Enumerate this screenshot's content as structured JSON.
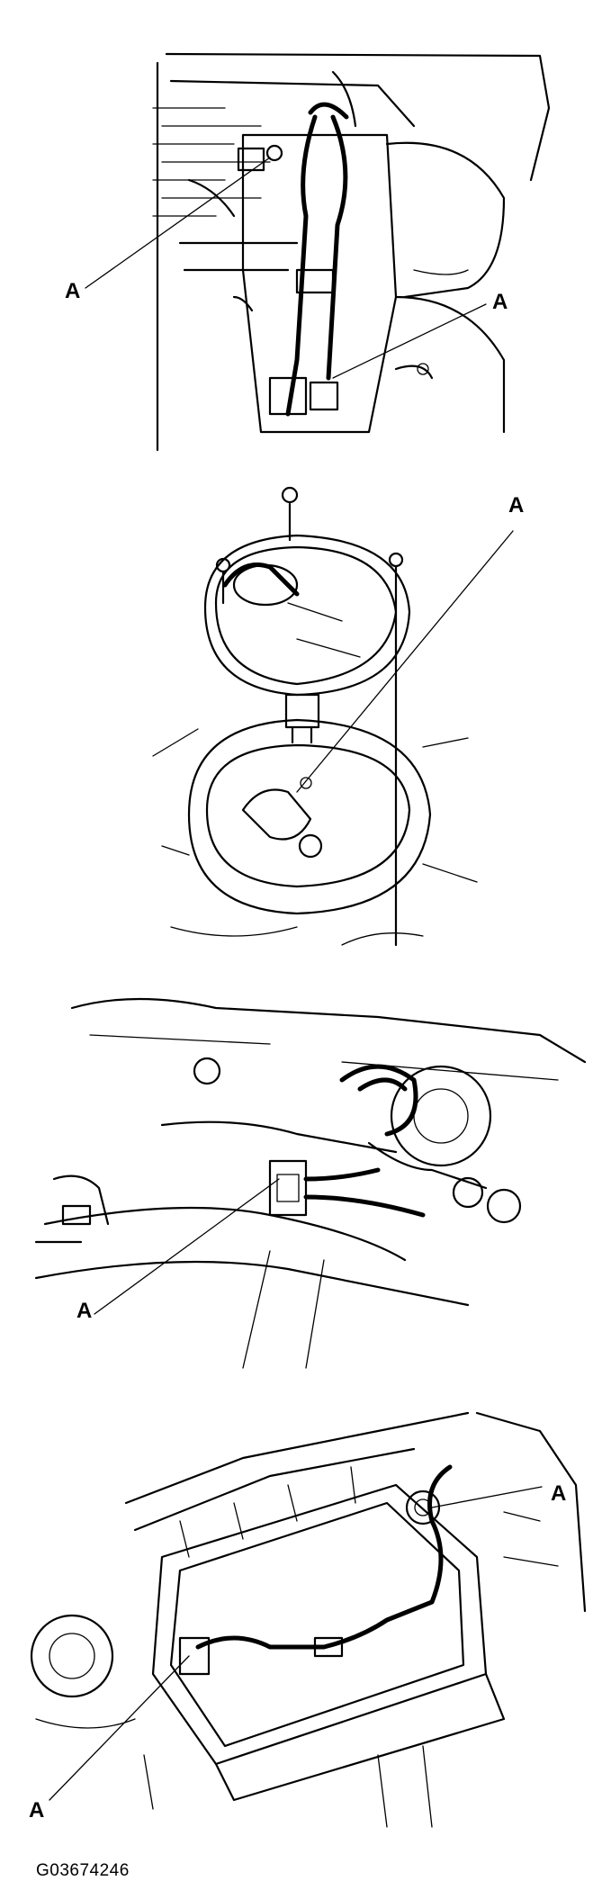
{
  "figures": [
    {
      "callouts": [
        "A",
        "A"
      ]
    },
    {
      "callouts": [
        "A"
      ]
    },
    {
      "callouts": [
        "A"
      ]
    },
    {
      "callouts": [
        "A",
        "A"
      ]
    }
  ],
  "figure_code": "G03674246"
}
